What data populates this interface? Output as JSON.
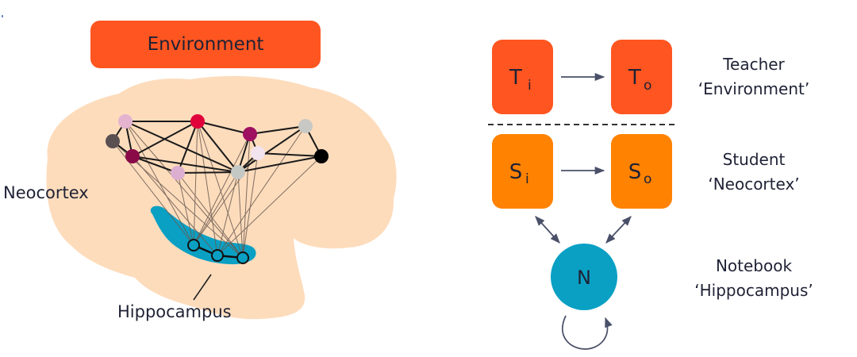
{
  "left_panel": {
    "environment_label": "Environment",
    "neocortex_label": "Neocortex",
    "hippocampus_label": "Hippocampus"
  },
  "right_panel": {
    "teacher": {
      "input": {
        "base": "T",
        "sub": "i"
      },
      "output": {
        "base": "T",
        "sub": "o"
      },
      "title": "Teacher",
      "subtitle": "‘Environment’"
    },
    "student": {
      "input": {
        "base": "S",
        "sub": "i"
      },
      "output": {
        "base": "S",
        "sub": "o"
      },
      "title": "Student",
      "subtitle": "‘Neocortex’"
    },
    "notebook": {
      "node": "N",
      "title": "Notebook",
      "subtitle": "‘Hippocampus’"
    }
  },
  "colors": {
    "environment": "#ff5520",
    "teacher_box": "#ff5520",
    "student_box": "#ff8200",
    "notebook": "#0aa0c4",
    "brain": "#fddcbc",
    "arrow": "#4a5068",
    "text": "#1f2235"
  },
  "network_nodes": [
    {
      "id": "n1",
      "color": "#e3b3d0"
    },
    {
      "id": "n2",
      "color": "#e0003a"
    },
    {
      "id": "n3",
      "color": "#5a5052"
    },
    {
      "id": "n4",
      "color": "#8a0a48"
    },
    {
      "id": "n5",
      "color": "#9e1060"
    },
    {
      "id": "n6",
      "color": "#c8c8c4"
    },
    {
      "id": "n7",
      "color": "#f2e4ee"
    },
    {
      "id": "n8",
      "color": "#000000"
    },
    {
      "id": "n9",
      "color": "#dcaed0"
    },
    {
      "id": "n10",
      "color": "#c4c8c4"
    }
  ]
}
